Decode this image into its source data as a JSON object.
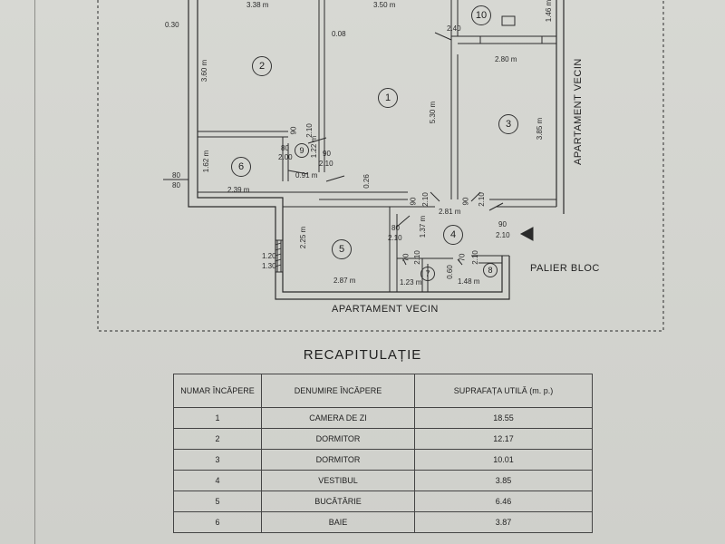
{
  "plan": {
    "rooms": [
      {
        "num": "1"
      },
      {
        "num": "2"
      },
      {
        "num": "3"
      },
      {
        "num": "4"
      },
      {
        "num": "5"
      },
      {
        "num": "6"
      },
      {
        "num": "7"
      },
      {
        "num": "8"
      },
      {
        "num": "9"
      },
      {
        "num": "10"
      }
    ],
    "dims": {
      "d338": "3.38 m",
      "d350": "3.50 m",
      "d146": "1.46 m",
      "d030": "0.30",
      "d008": "0.08",
      "d240": "2.40",
      "d280": "2.80 m",
      "d360": "3.60 m",
      "d530": "5.30 m",
      "d385": "3.85 m",
      "d90a": "90",
      "d210a": "2.10",
      "d80a": "80",
      "d200a": "2.00",
      "d122": "1.22 m",
      "d90b": "90",
      "d210b": "2.10",
      "d162": "1.62 m",
      "d80l": "80",
      "d80l2": "80",
      "d239": "2.39 m",
      "d091": "0.91 m",
      "d026": "0.26",
      "d90c": "90",
      "d210c": "2.10",
      "d90d": "90",
      "d210d": "2.10",
      "d281": "2.81 m",
      "d90e": "90",
      "d210e": "2.10",
      "d80b": "80",
      "d210f": "2.10",
      "d137": "1.37 m",
      "d225": "2.25 m",
      "d120": "1.20",
      "d130": "1.30",
      "d70a": "70",
      "d210g": "2.10",
      "d70b": "70",
      "d210h": "2.10",
      "d060": "0.60",
      "d287": "2.87 m",
      "d123": "1.23 m",
      "d148": "1.48 m"
    },
    "labels": {
      "neighbor_right": "APARTAMENT VECIN",
      "neighbor_bottom": "APARTAMENT VECIN",
      "landing": "PALIER BLOC"
    }
  },
  "recap": {
    "title": "RECAPITULAȚIE",
    "headers": [
      "NUMAR ÎNCĂPERE",
      "DENUMIRE ÎNCĂPERE",
      "SUPRAFAȚA UTILĂ (m. p.)"
    ],
    "rows": [
      {
        "nr": "1",
        "name": "CAMERA DE ZI",
        "area": "18.55"
      },
      {
        "nr": "2",
        "name": "DORMITOR",
        "area": "12.17"
      },
      {
        "nr": "3",
        "name": "DORMITOR",
        "area": "10.01"
      },
      {
        "nr": "4",
        "name": "VESTIBUL",
        "area": "3.85"
      },
      {
        "nr": "5",
        "name": "BUCĂTĂRIE",
        "area": "6.46"
      },
      {
        "nr": "6",
        "name": "BAIE",
        "area": "3.87"
      }
    ]
  },
  "colors": {
    "ink": "#2a2a2a",
    "paper": "#d6d7d2"
  }
}
